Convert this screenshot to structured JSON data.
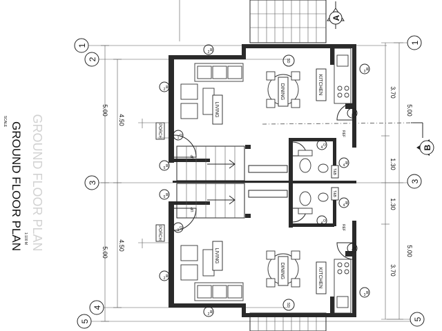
{
  "title": "GROUND FLOOR PLAN",
  "scale_label": "SCALE",
  "scale_value": "1:100 M",
  "faded_title": "GROUND FLOOR PLAN",
  "sections": {
    "a": "A",
    "b": "B"
  },
  "grid_labels": {
    "left": [
      "1",
      "2",
      "3",
      "4",
      "5"
    ],
    "right": [
      "1",
      "3",
      "5"
    ]
  },
  "dims": {
    "left_outer": [
      "5.00",
      "5.00"
    ],
    "left_inner": [
      "4.50",
      "4.50"
    ],
    "right_outer": [
      "5.00",
      "5.00"
    ],
    "right_inner": [
      "3.70",
      "1.30",
      "1.30",
      "3.70"
    ]
  },
  "rooms": {
    "living": "LIVING",
    "dining": "DINING",
    "kitchen": "KITCHEN",
    "porch": "PORCH",
    "tb": "T&B",
    "ref": "REF",
    "up": "UP",
    "sd": "SD"
  },
  "tags": {
    "w": "W",
    "d": "D",
    "n1": "1",
    "n2": "2",
    "n3": "3",
    "n4": "4",
    "n5": "5"
  },
  "colors": {
    "ink": "#111111",
    "wall": "#2a2a2a",
    "paper": "#ffffff"
  }
}
